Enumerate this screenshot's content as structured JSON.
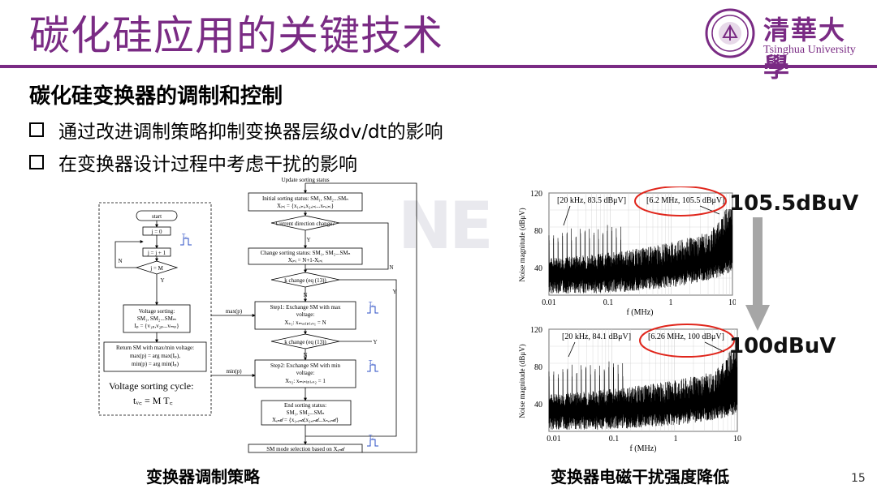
{
  "header": {
    "title": "碳化硅应用的关键技术",
    "brand_cn": "清華大學",
    "brand_en": "Tsinghua University"
  },
  "slide": {
    "subtitle": "碳化硅变换器的调制和控制",
    "bullets": [
      "通过改进调制策略抑制变换器层级dv/dt的影响",
      "在变换器设计过程中考虑干扰的影响"
    ],
    "page_number": "15"
  },
  "flowchart": {
    "update_label": "Update sorting status",
    "start": "start",
    "j_init": "j = 0",
    "j_inc": "j = j + 1",
    "j_cond": "j = M",
    "yes": "Y",
    "no": "N",
    "voltage_sorting": [
      "Voltage sorting:",
      "SM₁, SM₂...SMₘ",
      "Iₚ = {v₁ₚ,v₂ₚ...vₘₚ}"
    ],
    "return_sm": [
      "Return SM with max/min voltage:",
      "max(p) = arg max(Iₚ),",
      "min(p) = arg min(Iₚ)"
    ],
    "cycle_label": "Voltage sorting cycle:",
    "cycle_eq": "tᵥ꜀ = M T꜀",
    "init_status": [
      "Initial sorting status: SM₁, SM₂...SMₙ",
      "Xᵢₙᵢ = {x₁,ᵢₙᵢ,x₂,ᵢₙᵢ...xₙ,ᵢₙᵢ}"
    ],
    "current_dir": "Current direction change?",
    "change_status": [
      "Change sorting status: SM₁, SM₂...SMₙ",
      "Xᵢₙᵢ = N+1-Xᵢₙᵢ"
    ],
    "k_change_1": "k change (eq (13))",
    "step1": [
      "Step1: Exchange SM with max",
      "voltage:",
      "Xₛ₁: xₘₐₓ₍ₚ₎,ₛ₁ = N"
    ],
    "k_change_2": "k change (eq (13))",
    "step2": [
      "Step2: Exchange SM with min",
      "voltage:",
      "Xₛ₂: xₘᵢₙ₍ₚ₎,ₛ₂ = 1"
    ],
    "end_status": [
      "End sorting status:",
      "SM₁, SM₂...SMₙ",
      "Xₑₙ𝒹 = {x₁,ₑₙ𝒹,x₂,ₑₙ𝒹...xₙ,ₑₙ𝒹}"
    ],
    "sm_mode": "SM mode selection based on Xₑₙ𝒹",
    "max_p": "max(p)",
    "min_p": "min(p)",
    "tc_label": "T꜀",
    "caption": "变换器调制策略"
  },
  "plots": [
    {
      "ylabel": "Noise magnitude (dBμV)",
      "xlabel": "f (MHz)",
      "y_ticks": [
        "120",
        "80",
        "40"
      ],
      "x_ticks": [
        "0.01",
        "0.1",
        "1",
        "10"
      ],
      "annotation_left": "[20 kHz, 83.5 dBμV]",
      "annotation_right": "[6.2 MHz, 105.5 dBμV]",
      "peak_label": "105.5dBuV"
    },
    {
      "ylabel": "Noise magnitude (dBμV)",
      "xlabel": "f (MHz)",
      "y_ticks": [
        "120",
        "80",
        "40"
      ],
      "x_ticks": [
        "0.01",
        "0.1",
        "1",
        "10"
      ],
      "annotation_left": "[20 kHz, 84.1 dBμV]",
      "annotation_right": "[6.26 MHz, 100 dBμV]",
      "peak_label": "100dBuV"
    }
  ],
  "plots_caption": "变换器电磁干扰强度降低",
  "watermark": "NE",
  "colors": {
    "accent": "#7a2b84",
    "highlight": "#e0261c",
    "arrow": "#a6a6a6"
  }
}
